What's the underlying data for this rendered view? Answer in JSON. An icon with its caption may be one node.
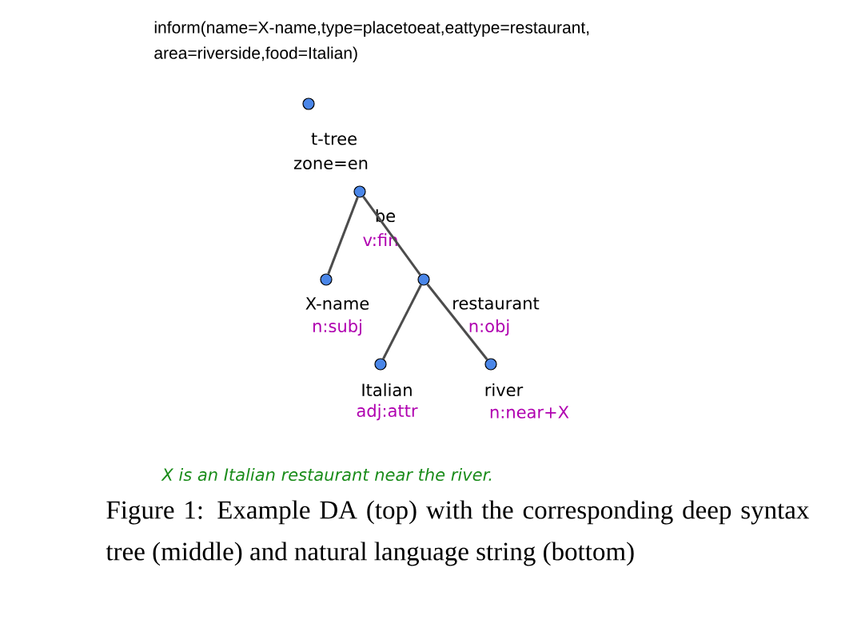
{
  "diagram": {
    "caption": "Figure 1: Example DA (top) with the corresponding deep syntax tree (middle) and natural language string (bottom)",
    "nodes": [
      {
        "text": [
          "t-tree",
          "zone=en"
        ]
      },
      {
        "text": [
          "be",
          "v:fin"
        ]
      },
      {
        "text": [
          "X-name",
          "n:subj"
        ]
      },
      {
        "text": [
          "restaurant",
          "n:obj"
        ]
      },
      {
        "text": [
          "Italian",
          "adj:attr"
        ]
      },
      {
        "text": [
          "river",
          "n:near+X"
        ]
      }
    ],
    "edges": [
      {
        "from": 1,
        "to": 2,
        "arrow": "none"
      },
      {
        "from": 1,
        "to": 3,
        "arrow": "none"
      },
      {
        "from": 3,
        "to": 4,
        "arrow": "none"
      },
      {
        "from": 3,
        "to": 5,
        "arrow": "none"
      }
    ],
    "labels": [
      "inform(name=X-name,type=placetoeat,eattype=restaurant, area=riverside,food=Italian)",
      "X is an Italian restaurant near the river."
    ]
  }
}
